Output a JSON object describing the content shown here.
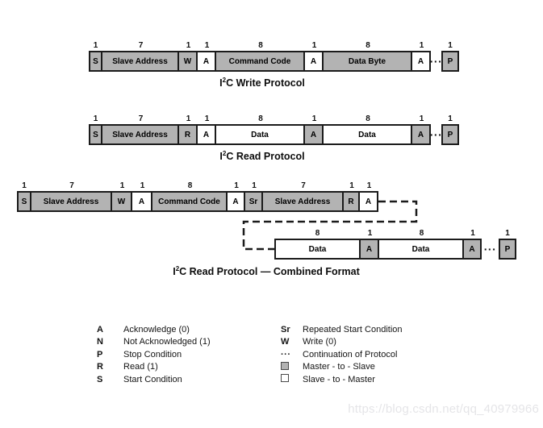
{
  "colors": {
    "master_fill": "#b3b3b3",
    "slave_fill": "#ffffff",
    "box_border": "#1b1b1b",
    "watermark_color": "#e5e5e8"
  },
  "watermark": "https://blog.csdn.net/qq_40979966",
  "diagrams": {
    "write": {
      "title": {
        "pre": "I",
        "sup": "2",
        "post": "C Write Protocol"
      },
      "cells": [
        {
          "bits": "1",
          "label": "S",
          "fill": "master",
          "w": 17
        },
        {
          "bits": "7",
          "label": "Slave Address",
          "fill": "master",
          "w": 95
        },
        {
          "bits": "1",
          "label": "W",
          "fill": "master",
          "w": 23
        },
        {
          "bits": "1",
          "label": "A",
          "fill": "slave",
          "w": 23
        },
        {
          "bits": "8",
          "label": "Command Code",
          "fill": "master",
          "w": 110
        },
        {
          "bits": "1",
          "label": "A",
          "fill": "slave",
          "w": 23
        },
        {
          "bits": "8",
          "label": "Data Byte",
          "fill": "master",
          "w": 110
        },
        {
          "bits": "1",
          "label": "A",
          "fill": "slave",
          "w": 23
        },
        {
          "type": "dots",
          "glyph": "···",
          "w": 13
        },
        {
          "bits": "1",
          "label": "P",
          "fill": "master",
          "w": 22
        }
      ]
    },
    "read": {
      "title": {
        "pre": "I",
        "sup": "2",
        "post": "C Read Protocol"
      },
      "cells": [
        {
          "bits": "1",
          "label": "S",
          "fill": "master",
          "w": 17
        },
        {
          "bits": "7",
          "label": "Slave Address",
          "fill": "master",
          "w": 95
        },
        {
          "bits": "1",
          "label": "R",
          "fill": "master",
          "w": 23
        },
        {
          "bits": "1",
          "label": "A",
          "fill": "slave",
          "w": 23
        },
        {
          "bits": "8",
          "label": "Data",
          "fill": "slave",
          "w": 110
        },
        {
          "bits": "1",
          "label": "A",
          "fill": "master",
          "w": 23
        },
        {
          "bits": "8",
          "label": "Data",
          "fill": "slave",
          "w": 110
        },
        {
          "bits": "1",
          "label": "A",
          "fill": "master",
          "w": 23
        },
        {
          "type": "dots",
          "glyph": "···",
          "w": 13
        },
        {
          "bits": "1",
          "label": "P",
          "fill": "master",
          "w": 22
        }
      ]
    },
    "combined": {
      "title": {
        "pre": "I",
        "sup": "2",
        "post": "C Read Protocol — Combined Format"
      },
      "line1_cells": [
        {
          "bits": "1",
          "label": "S",
          "fill": "master",
          "w": 18
        },
        {
          "bits": "7",
          "label": "Slave Address",
          "fill": "master",
          "w": 100
        },
        {
          "bits": "1",
          "label": "W",
          "fill": "master",
          "w": 25
        },
        {
          "bits": "1",
          "label": "A",
          "fill": "slave",
          "w": 25
        },
        {
          "bits": "8",
          "label": "Command Code",
          "fill": "master",
          "w": 93
        },
        {
          "bits": "1",
          "label": "A",
          "fill": "slave",
          "w": 22
        },
        {
          "bits": "1",
          "label": "Sr",
          "fill": "master",
          "w": 22
        },
        {
          "bits": "7",
          "label": "Slave Address",
          "fill": "master",
          "w": 100
        },
        {
          "bits": "1",
          "label": "R",
          "fill": "master",
          "w": 20
        },
        {
          "bits": "1",
          "label": "A",
          "fill": "slave",
          "w": 23
        }
      ],
      "line2_cells": [
        {
          "bits": "8",
          "label": "Data",
          "fill": "slave",
          "w": 107
        },
        {
          "bits": "1",
          "label": "A",
          "fill": "master",
          "w": 23
        },
        {
          "bits": "8",
          "label": "Data",
          "fill": "slave",
          "w": 105
        },
        {
          "bits": "1",
          "label": "A",
          "fill": "master",
          "w": 22
        },
        {
          "type": "dots",
          "glyph": "···",
          "w": 21
        },
        {
          "bits": "1",
          "label": "P",
          "fill": "master",
          "w": 22
        }
      ]
    }
  },
  "legend": {
    "columns": [
      {
        "key_width": 33,
        "items": [
          {
            "key": "A",
            "desc": "Acknowledge (0)"
          },
          {
            "key": "N",
            "desc": "Not Acknowledged (1)"
          },
          {
            "key": "P",
            "desc": "Stop Condition"
          },
          {
            "key": "R",
            "desc": "Read (1)"
          },
          {
            "key": "S",
            "desc": "Start Condition"
          }
        ]
      },
      {
        "key_width": 27,
        "items": [
          {
            "key": "Sr",
            "desc": "Repeated Start Condition"
          },
          {
            "key": "W",
            "desc": "Write (0)"
          },
          {
            "key": "···",
            "key_type": "dots",
            "desc": "Continuation of Protocol"
          },
          {
            "key_type": "square",
            "fill": "master",
            "desc": "Master - to - Slave"
          },
          {
            "key_type": "square",
            "fill": "slave",
            "desc": "Slave - to - Master"
          }
        ]
      }
    ]
  }
}
